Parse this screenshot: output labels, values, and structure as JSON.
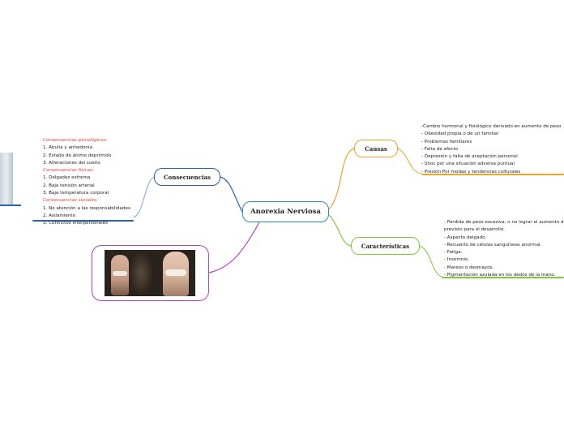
{
  "central": {
    "label": "Anorexia Nerviosa"
  },
  "consecuencias": {
    "label": "Consecuencias",
    "lines": [
      {
        "text": "Consecuencias psicológicas:",
        "style": "red"
      },
      {
        "text": "1. Abulia y anhedonia",
        "style": "normal"
      },
      {
        "text": "2. Estado de ánimo deprimido",
        "style": "normal"
      },
      {
        "text": "3. Alteraciones del sueño",
        "style": "normal"
      },
      {
        "text": "Consecuencias físicas:",
        "style": "red"
      },
      {
        "text": "1. Delgadez extrema",
        "style": "normal"
      },
      {
        "text": "2. Baja tensión arterial",
        "style": "normal"
      },
      {
        "text": "3. Baja temperatura corporal",
        "style": "normal"
      },
      {
        "text": "Consecuencias sociales:",
        "style": "red"
      },
      {
        "text": "1. No atención a las responsabilidades",
        "style": "normal"
      },
      {
        "text": "2. Aislamiento",
        "style": "normal"
      },
      {
        "text": "3. Conflictos interpersonales",
        "style": "normal"
      }
    ]
  },
  "causas": {
    "label": "Causas",
    "lines": [
      "-Cambio hormonal y fisiológico derivado en aumento de peso",
      "- Obesidad propia o de un familiar",
      "- Problemas familiares",
      "- Falta de afecto",
      "- Depresión y falta de aceptación personal",
      "- Shoc por una situación adversa puntual",
      "- Presión Por modas y tendencias culturales"
    ]
  },
  "caracteristicas": {
    "label": "Características",
    "lines": [
      "- Pérdida de peso excesiva, o no lograr el aumento de",
      "previsto para el desarrollo.",
      "- Aspecto delgado.",
      "- Recuento de células sanguíneas anormal.",
      "- Fatiga.",
      "- Insomnio.",
      "- Mareos o desmayos.",
      "- Pigmentación azulada en los dedos de la mano."
    ]
  },
  "colors": {
    "central": "#2f86c4",
    "consecuencias": "#2b5fb0",
    "causas": "#f0a22b",
    "caracteristicas": "#7ec93a",
    "image": "#b043c4",
    "subheading": "#d9433b"
  }
}
